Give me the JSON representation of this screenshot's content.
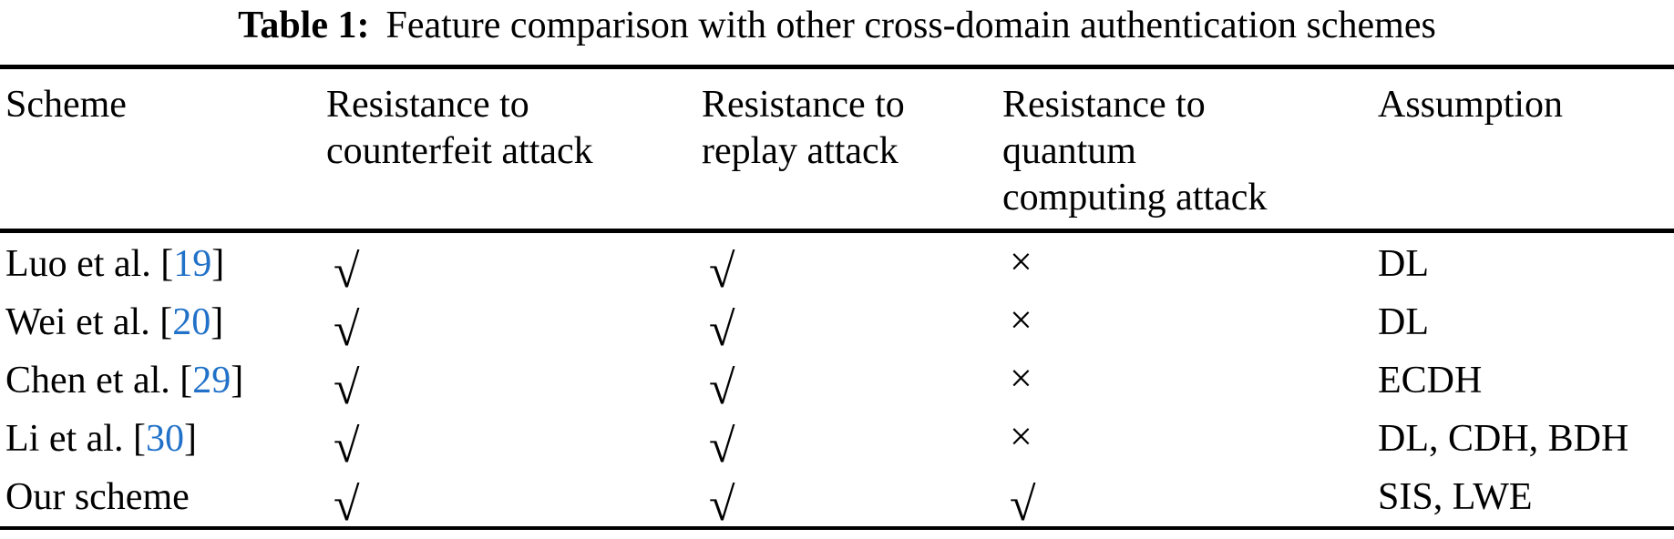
{
  "caption": {
    "label": "Table 1:",
    "text": "Feature comparison with other cross-domain authentication schemes"
  },
  "table": {
    "headers": [
      {
        "lines": [
          "Scheme"
        ]
      },
      {
        "lines": [
          "Resistance to",
          "counterfeit attack"
        ]
      },
      {
        "lines": [
          "Resistance to",
          "replay attack"
        ]
      },
      {
        "lines": [
          "Resistance to",
          "quantum",
          "computing attack"
        ]
      },
      {
        "lines": [
          "Assumption"
        ]
      }
    ],
    "rows": [
      {
        "scheme": {
          "pre": "Luo et al. [",
          "ref": "19",
          "post": "]"
        },
        "counterfeit": "√",
        "replay": "√",
        "quantum": "×",
        "assumption": "DL"
      },
      {
        "scheme": {
          "pre": "Wei et al. [",
          "ref": "20",
          "post": "]"
        },
        "counterfeit": "√",
        "replay": "√",
        "quantum": "×",
        "assumption": "DL"
      },
      {
        "scheme": {
          "pre": "Chen et al. [",
          "ref": "29",
          "post": "]"
        },
        "counterfeit": "√",
        "replay": "√",
        "quantum": "×",
        "assumption": "ECDH"
      },
      {
        "scheme": {
          "pre": "Li et al. [",
          "ref": "30",
          "post": "]"
        },
        "counterfeit": "√",
        "replay": "√",
        "quantum": "×",
        "assumption": "DL, CDH, BDH"
      },
      {
        "scheme": {
          "pre": "Our scheme",
          "ref": "",
          "post": ""
        },
        "counterfeit": "√",
        "replay": "√",
        "quantum": "√",
        "assumption": "SIS, LWE"
      }
    ]
  },
  "symbols": {
    "check": "√",
    "cross": "×"
  },
  "colors": {
    "citation": "#2171c8",
    "text": "#000000",
    "rule": "#000000",
    "background": "#ffffff"
  }
}
